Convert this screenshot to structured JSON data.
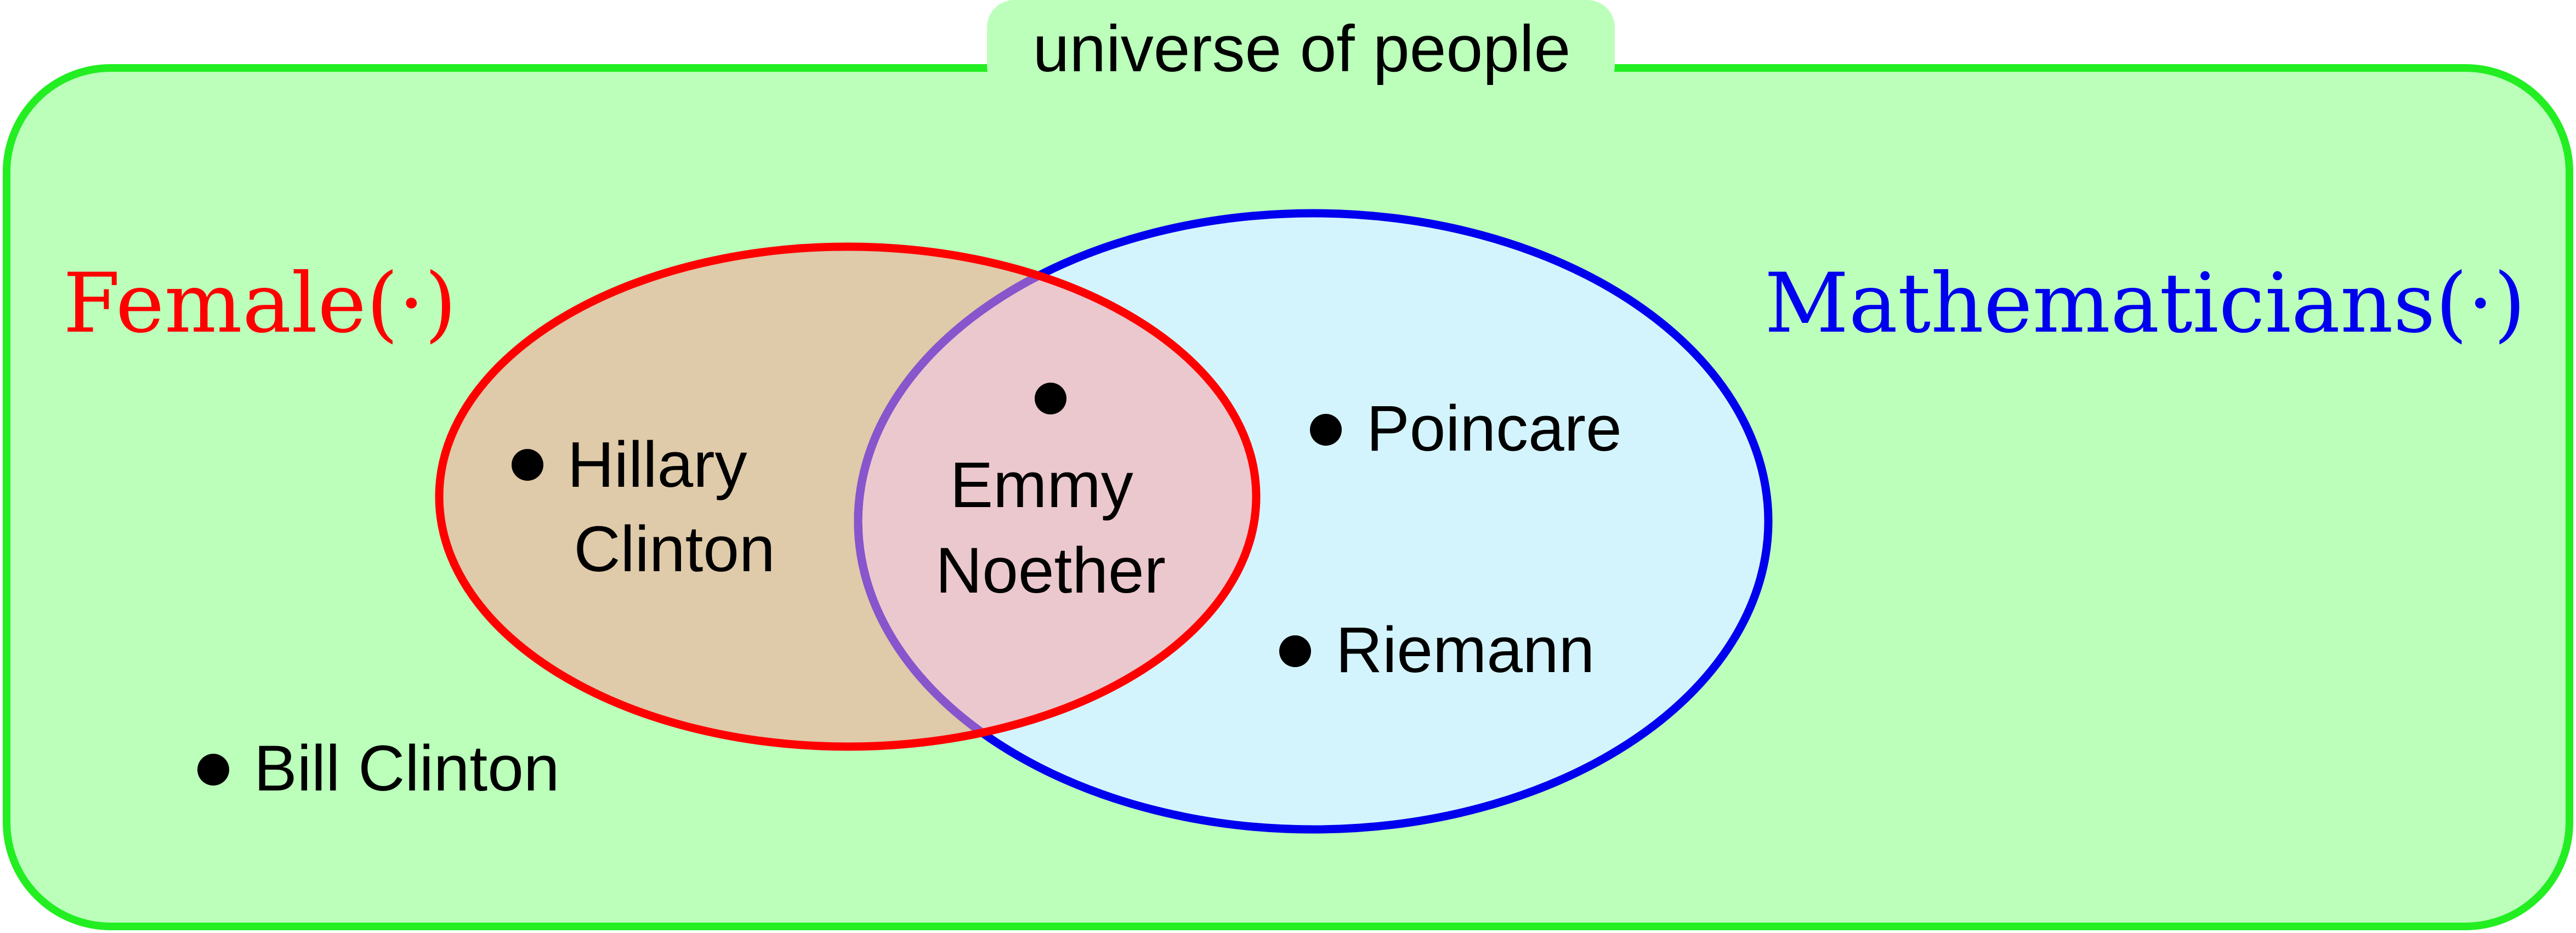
{
  "universe": {
    "label": "universe of people",
    "fill_color": "#bbffbb",
    "border_color": "#22ee22"
  },
  "sets": [
    {
      "id": "female",
      "label": "Female(·)",
      "stroke_color": "#ff0000",
      "fill_color": "#dfcaa9"
    },
    {
      "id": "mathematicians",
      "label": "Mathematicians(·)",
      "stroke_color": "#0000ee",
      "fill_color": "#d4f4fd"
    }
  ],
  "overlap": {
    "fill_color": "#ebc8cd",
    "boundary_color": "#8855cc"
  },
  "people": [
    {
      "name_lines": [
        "Hillary",
        "Clinton"
      ],
      "region": "Female only"
    },
    {
      "name_lines": [
        "Emmy",
        "Noether"
      ],
      "region": "Female and Mathematicians"
    },
    {
      "name_lines": [
        "Poincare"
      ],
      "region": "Mathematicians only"
    },
    {
      "name_lines": [
        "Riemann"
      ],
      "region": "Mathematicians only"
    },
    {
      "name_lines": [
        "Bill Clinton"
      ],
      "region": "Neither"
    }
  ]
}
